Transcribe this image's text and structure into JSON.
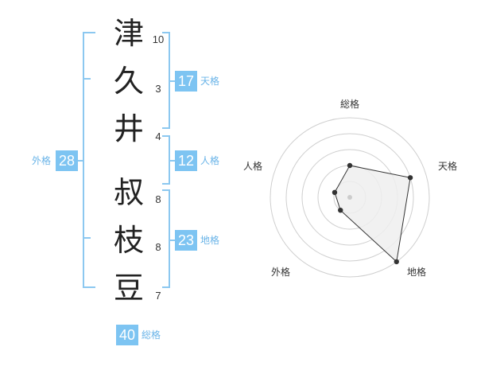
{
  "name": {
    "chars": [
      {
        "char": "津",
        "strokes": "10"
      },
      {
        "char": "久",
        "strokes": "3"
      },
      {
        "char": "井",
        "strokes": "4"
      },
      {
        "char": "叔",
        "strokes": "8"
      },
      {
        "char": "枝",
        "strokes": "8"
      },
      {
        "char": "豆",
        "strokes": "7"
      }
    ]
  },
  "fortunes": {
    "tenkaku": {
      "value": "17",
      "label": "天格"
    },
    "jinkaku": {
      "value": "12",
      "label": "人格"
    },
    "chikaku": {
      "value": "23",
      "label": "地格"
    },
    "gaikaku": {
      "value": "28",
      "label": "外格"
    },
    "soukaku": {
      "value": "40",
      "label": "総格"
    }
  },
  "colors": {
    "badge_bg": "#7dc4f2",
    "bracket": "#8cc8f0",
    "label_text": "#6ab4e8",
    "radar_fill": "#eeeeee",
    "radar_stroke": "#333333"
  },
  "radar": {
    "axes": [
      "総格",
      "天格",
      "地格",
      "外格",
      "人格"
    ],
    "rings": 5,
    "values": [
      2,
      4,
      5,
      1,
      1
    ],
    "max": 5
  }
}
